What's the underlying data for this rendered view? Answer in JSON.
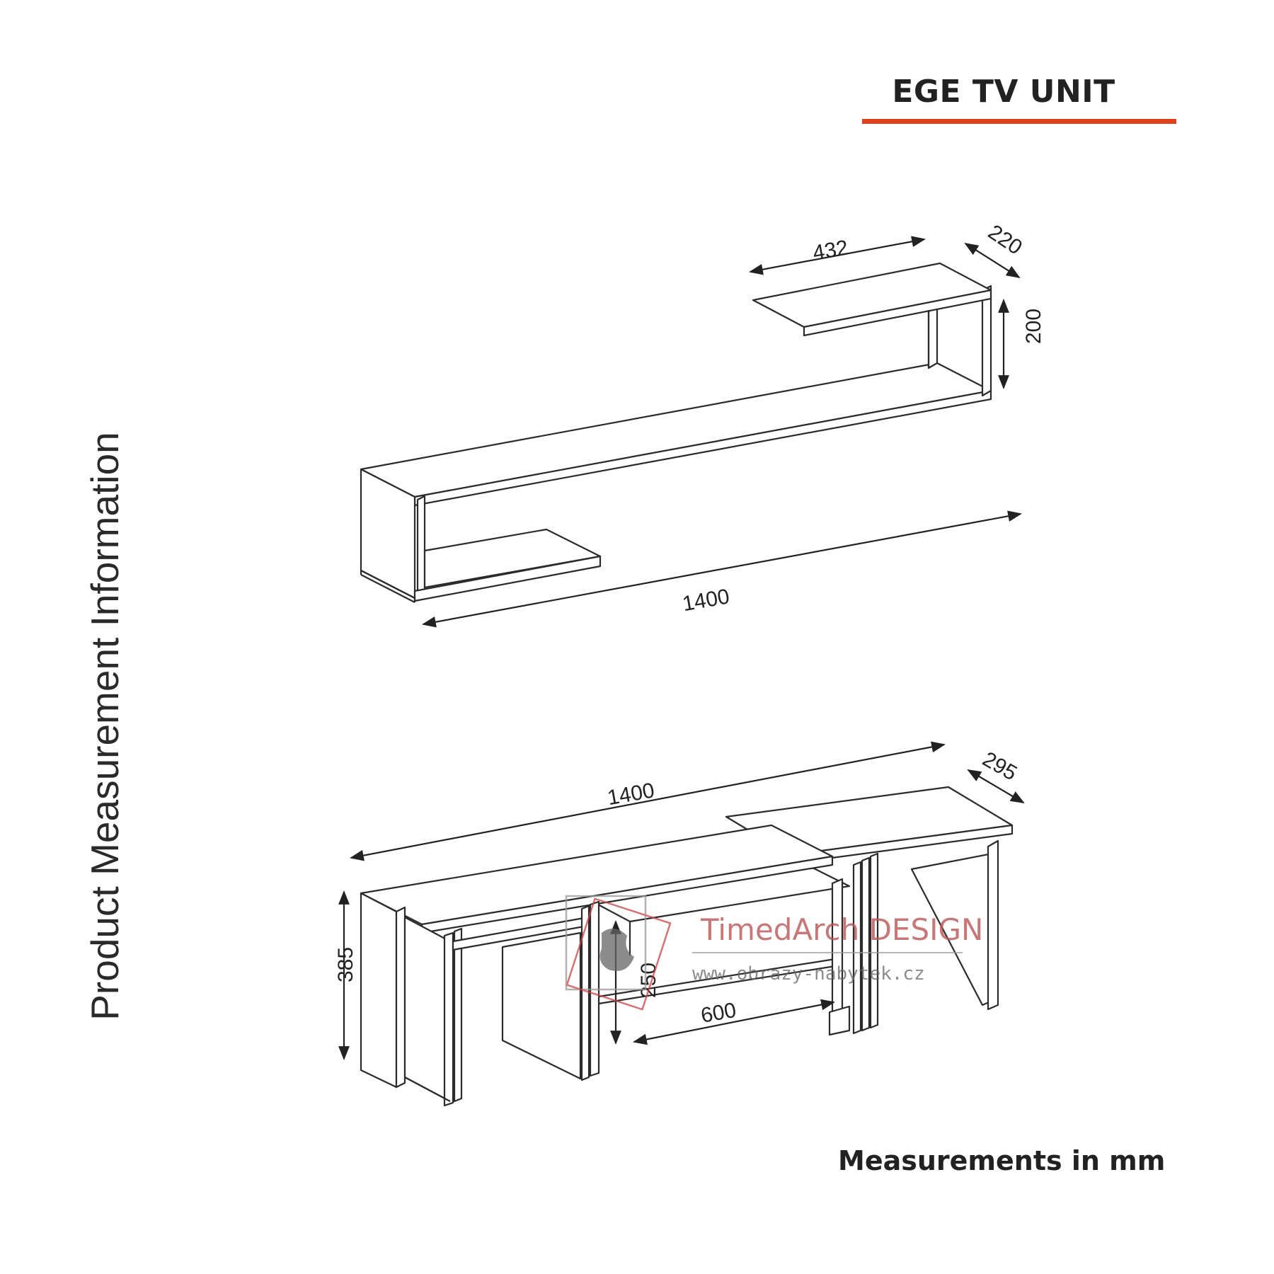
{
  "header": {
    "title": "EGE TV UNIT",
    "accent_color": "#e0411d"
  },
  "side_caption": "Product Measurement Information",
  "footer": {
    "units_note": "Measurements in mm"
  },
  "wall_shelf": {
    "dimensions": {
      "top_shelf_length": "432",
      "depth": "220",
      "height": "200",
      "total_length": "1400"
    }
  },
  "tv_stand": {
    "dimensions": {
      "total_length": "1400",
      "depth": "295",
      "height": "385",
      "opening_height": "250",
      "opening_width": "600"
    }
  },
  "watermark": {
    "brand": "TimedArch DESIGN",
    "url": "www.obrazy-nabytek.cz"
  },
  "colors": {
    "line": "#2b2b2b",
    "board_edge": "#ffffff"
  }
}
